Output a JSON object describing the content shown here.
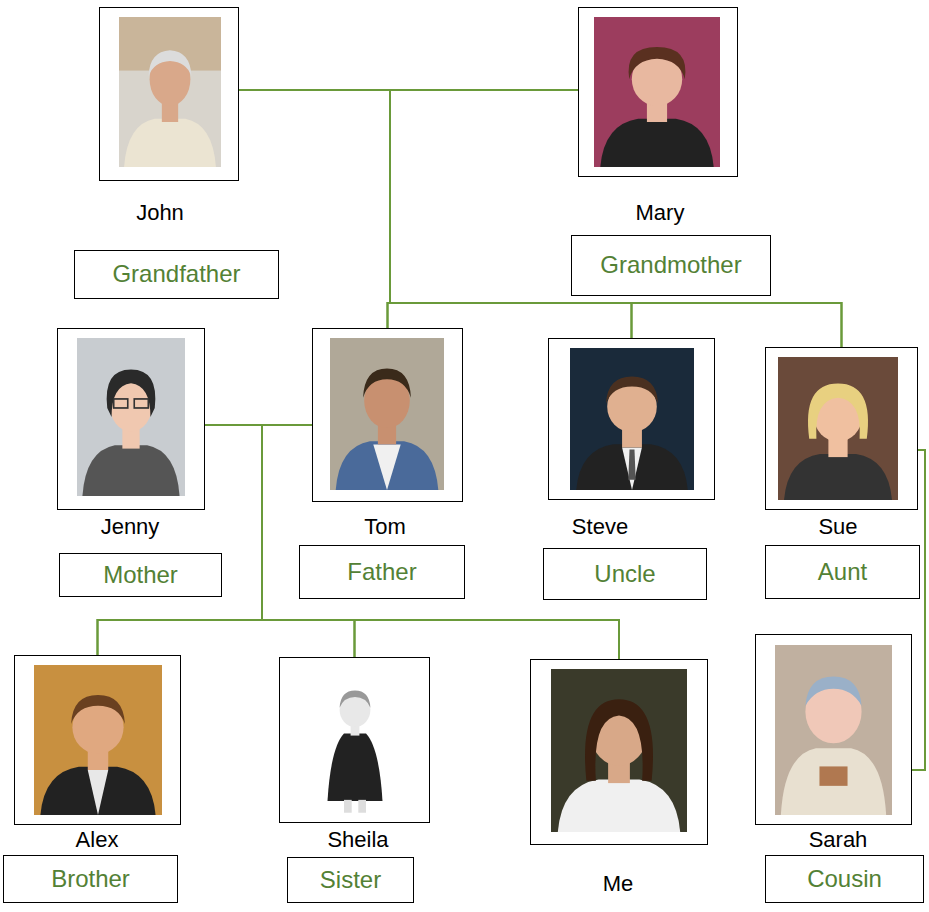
{
  "diagram": {
    "nodes": [
      {
        "text": [
          "John",
          "Grandfather"
        ]
      },
      {
        "text": [
          "Mary",
          "Grandmother"
        ]
      },
      {
        "text": [
          "Jenny",
          "Mother"
        ]
      },
      {
        "text": [
          "Tom",
          "Father"
        ]
      },
      {
        "text": [
          "Steve",
          "Uncle"
        ]
      },
      {
        "text": [
          "Sue",
          "Aunt"
        ]
      },
      {
        "text": [
          "Alex",
          "Brother"
        ]
      },
      {
        "text": [
          "Sheila",
          "Sister"
        ]
      },
      {
        "text": [
          "Me"
        ]
      },
      {
        "text": [
          "Sarah",
          "Cousin"
        ]
      }
    ],
    "edges": [
      {
        "from": 0,
        "to": 1,
        "arrow": "none"
      },
      {
        "from": 0,
        "to": 3,
        "arrow": "none"
      },
      {
        "from": 0,
        "to": 4,
        "arrow": "none"
      },
      {
        "from": 0,
        "to": 5,
        "arrow": "none"
      },
      {
        "from": 1,
        "to": 3,
        "arrow": "none"
      },
      {
        "from": 1,
        "to": 4,
        "arrow": "none"
      },
      {
        "from": 1,
        "to": 5,
        "arrow": "none"
      },
      {
        "from": 2,
        "to": 3,
        "arrow": "none"
      },
      {
        "from": 2,
        "to": 6,
        "arrow": "none"
      },
      {
        "from": 2,
        "to": 7,
        "arrow": "none"
      },
      {
        "from": 2,
        "to": 8,
        "arrow": "none"
      },
      {
        "from": 3,
        "to": 6,
        "arrow": "none"
      },
      {
        "from": 3,
        "to": 7,
        "arrow": "none"
      },
      {
        "from": 3,
        "to": 8,
        "arrow": "none"
      },
      {
        "from": 5,
        "to": 9,
        "arrow": "none"
      }
    ]
  }
}
